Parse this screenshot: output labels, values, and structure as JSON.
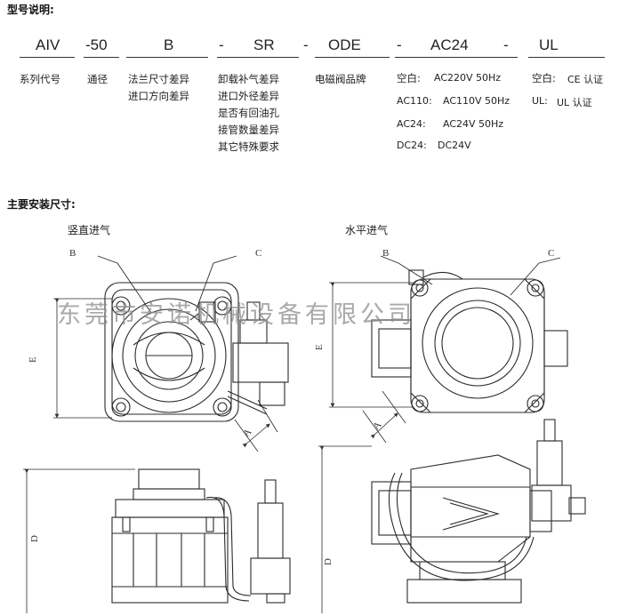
{
  "model_section": {
    "title": "型号说明:",
    "codes": [
      "AIV",
      "-50",
      "B",
      "-",
      "SR",
      "-",
      "ODE",
      "-",
      "AC24",
      "-",
      "UL"
    ],
    "col1": [
      "系列代号"
    ],
    "col2": [
      "通径"
    ],
    "col3": [
      "法兰尺寸差异",
      "进口方向差异"
    ],
    "col4": [
      "卸载补气差异",
      "进口外径差异",
      "是否有回油孔",
      "接管数量差异",
      "其它特殊要求"
    ],
    "col5": [
      "电磁阀品牌"
    ],
    "col6": [
      {
        "key": "空白:",
        "val": "AC220V 50Hz"
      },
      {
        "key": "AC110:",
        "val": "AC110V 50Hz"
      },
      {
        "key": "AC24:",
        "val": "AC24V 50Hz"
      },
      {
        "key": "DC24:",
        "val": "DC24V"
      }
    ],
    "col7": [
      {
        "key": "空白:",
        "val": "CE 认证"
      },
      {
        "key": "UL:",
        "val": "UL 认证"
      }
    ]
  },
  "install_section": {
    "title": "主要安装尺寸:",
    "left_label": "竖直进气",
    "right_label": "水平进气",
    "dim_labels": {
      "B": "B",
      "C": "C",
      "E": "E",
      "A": "A",
      "D": "D"
    }
  },
  "watermark": "东莞市安诺机械设备有限公司",
  "colors": {
    "line": "#2a2a2a",
    "watermark": "#8c8c8c"
  }
}
